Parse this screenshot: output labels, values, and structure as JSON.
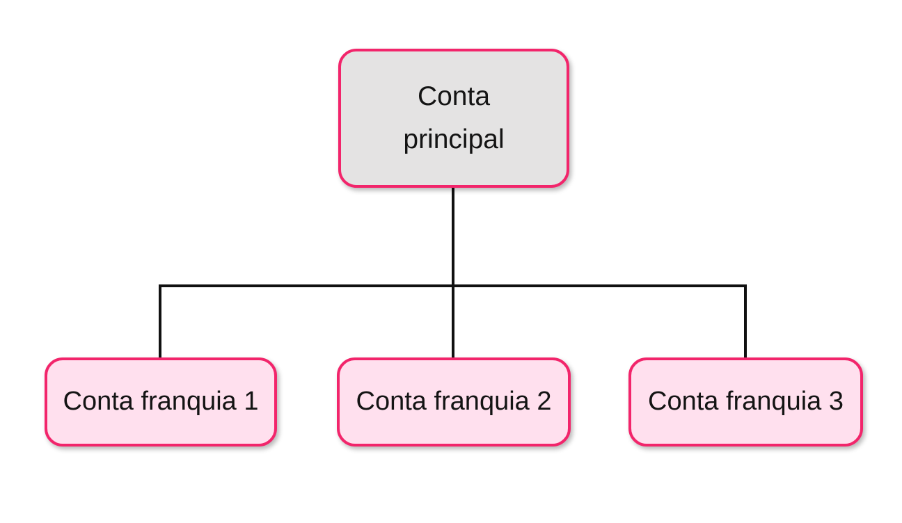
{
  "diagram": {
    "type": "org-chart",
    "root": {
      "label": "Conta principal"
    },
    "children": [
      {
        "label": "Conta franquia 1"
      },
      {
        "label": "Conta franquia 2"
      },
      {
        "label": "Conta franquia 3"
      }
    ],
    "colors": {
      "border_pink": "#F2256B",
      "root_fill": "#E4E3E3",
      "child_fill": "#FFE0EE",
      "connector": "#111111",
      "background": "#FFFFFF",
      "text": "#141414"
    }
  }
}
